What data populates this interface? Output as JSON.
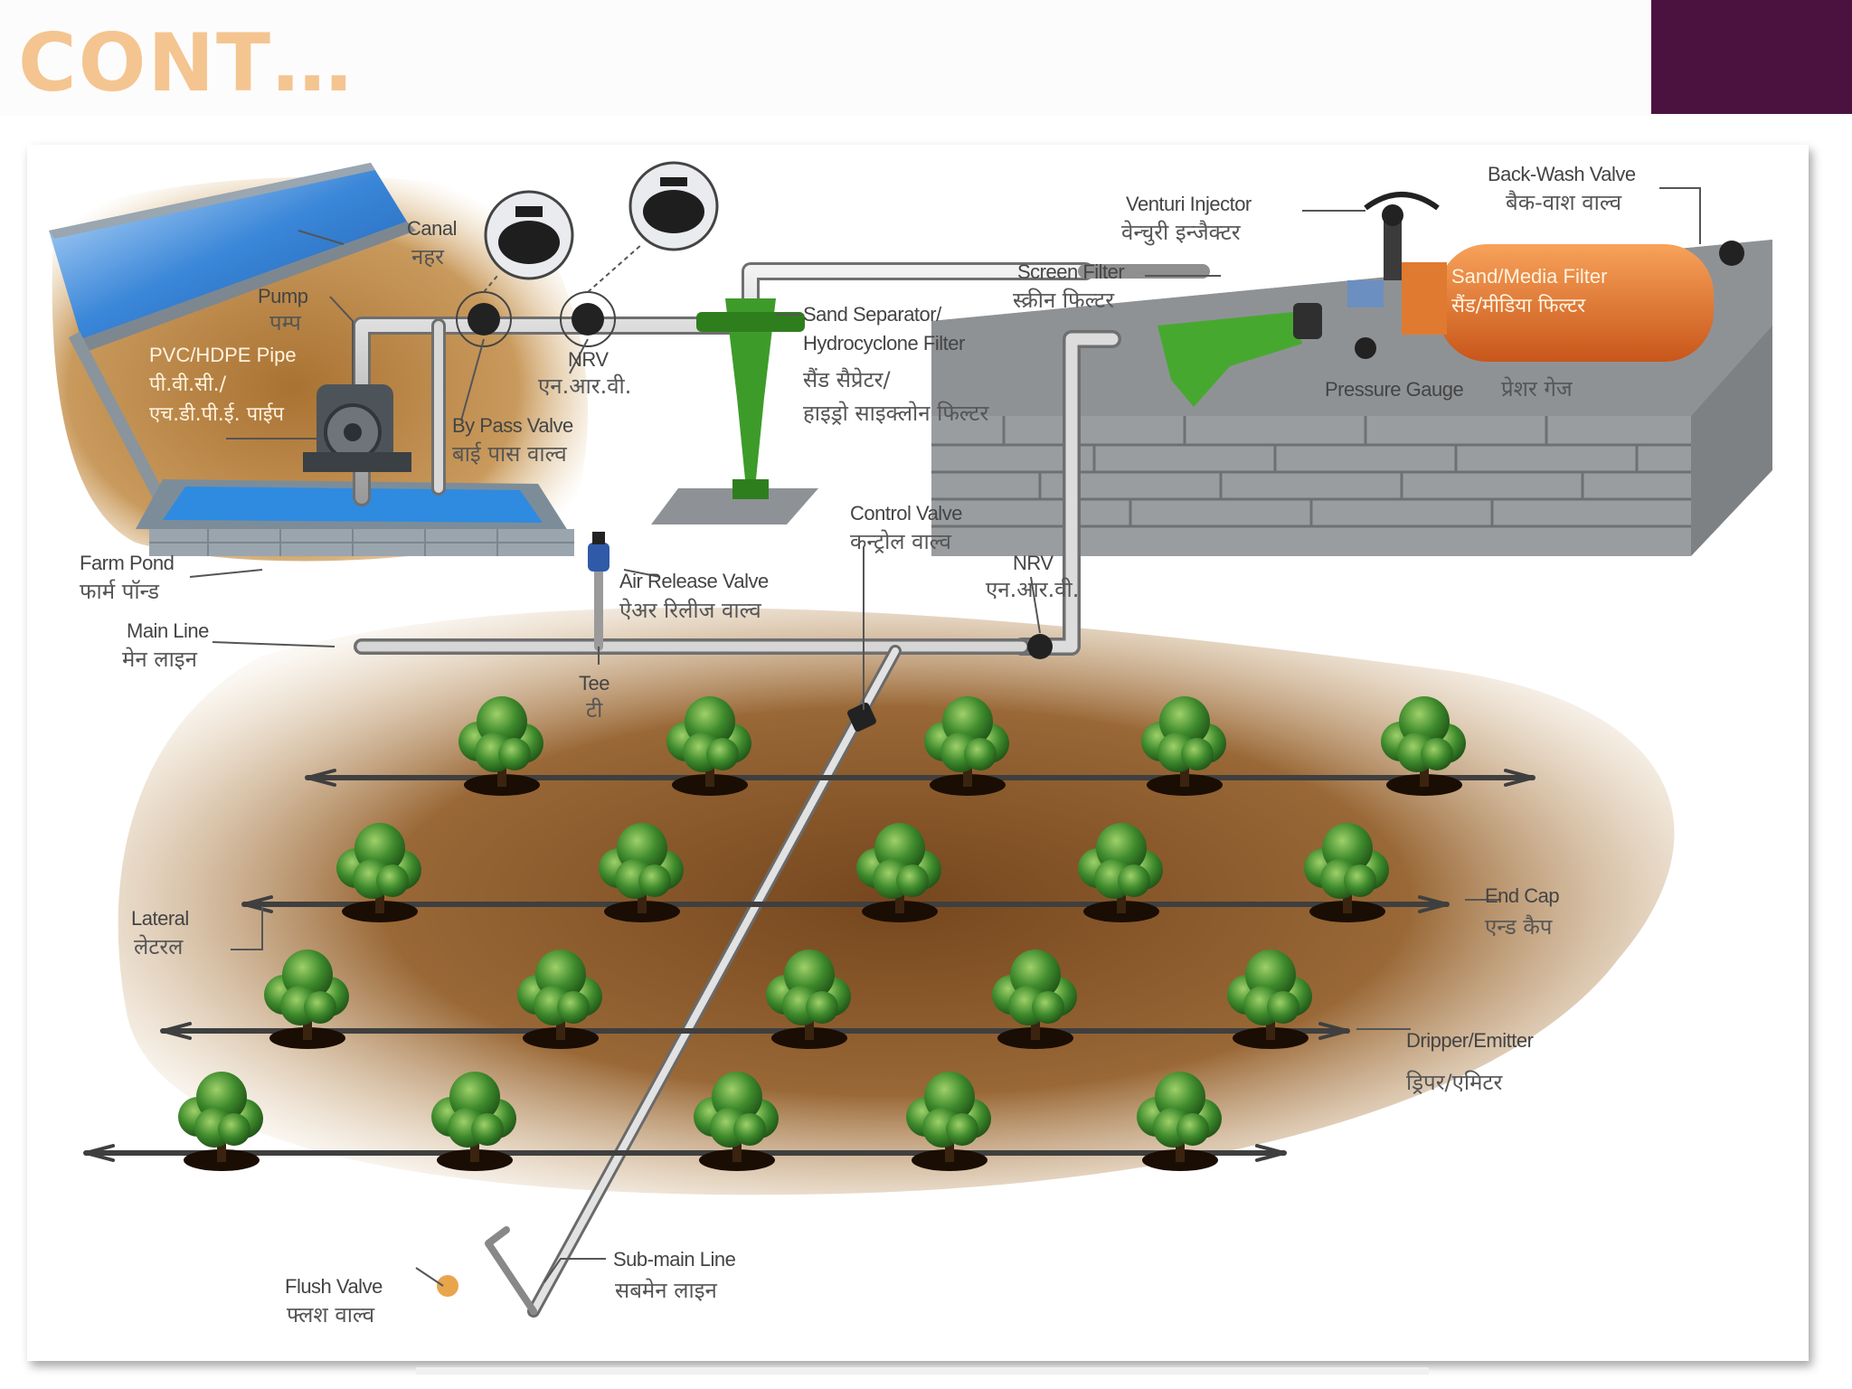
{
  "slide": {
    "title": "CONT…",
    "accent_color": "#4b1240",
    "title_color": "#f4c590"
  },
  "labels": {
    "canal": {
      "en": "Canal",
      "hi": "नहर"
    },
    "pump": {
      "en": "Pump",
      "hi": "पम्प"
    },
    "pipe": {
      "en": "PVC/HDPE Pipe",
      "hi1": "पी.वी.सी./",
      "hi2": "एच.डी.पी.ई. पाईप"
    },
    "bypass_valve": {
      "en": "By Pass Valve",
      "hi": "बाई पास वाल्व"
    },
    "nrv_top": {
      "en": "NRV",
      "hi": "एन.आर.वी."
    },
    "sand_separator": {
      "en1": "Sand Separator/",
      "en2": "Hydrocyclone Filter",
      "hi1": "सैंड सैप्रेटर/",
      "hi2": "हाइड्रो साइक्लोन फिल्टर"
    },
    "venturi": {
      "en": "Venturi Injector",
      "hi": "वेन्चुरी इन्जैक्टर"
    },
    "backwash": {
      "en": "Back-Wash Valve",
      "hi": "बैक-वाश वाल्व"
    },
    "screen_filter": {
      "en": "Screen Filter",
      "hi": "स्क्रीन फिल्टर"
    },
    "sand_media": {
      "en": "Sand/Media Filter",
      "hi": "सैंड/मीडिया फिल्टर"
    },
    "pressure_gauge": {
      "en": "Pressure Gauge",
      "hi": "प्रेशर गेज"
    },
    "control_valve": {
      "en": "Control Valve",
      "hi": "कन्ट्रोल वाल्व"
    },
    "nrv_main": {
      "en": "NRV",
      "hi": "एन.आर.वी."
    },
    "air_release": {
      "en": "Air Release Valve",
      "hi": "ऐअर रिलीज वाल्व"
    },
    "farm_pond": {
      "en": "Farm Pond",
      "hi": "फार्म पॉन्ड"
    },
    "main_line": {
      "en": "Main Line",
      "hi": "मेन लाइन"
    },
    "tee": {
      "en": "Tee",
      "hi": "टी"
    },
    "lateral": {
      "en": "Lateral",
      "hi": "लेटरल"
    },
    "end_cap": {
      "en": "End Cap",
      "hi": "एन्ड कैप"
    },
    "dripper": {
      "en": "Dripper/Emitter",
      "hi": "ड्रिपर/एमिटर"
    },
    "flush_valve": {
      "en": "Flush Valve",
      "hi": "फ्लश वाल्व"
    },
    "submain": {
      "en": "Sub-main Line",
      "hi": "सबमेन लाइन"
    }
  }
}
